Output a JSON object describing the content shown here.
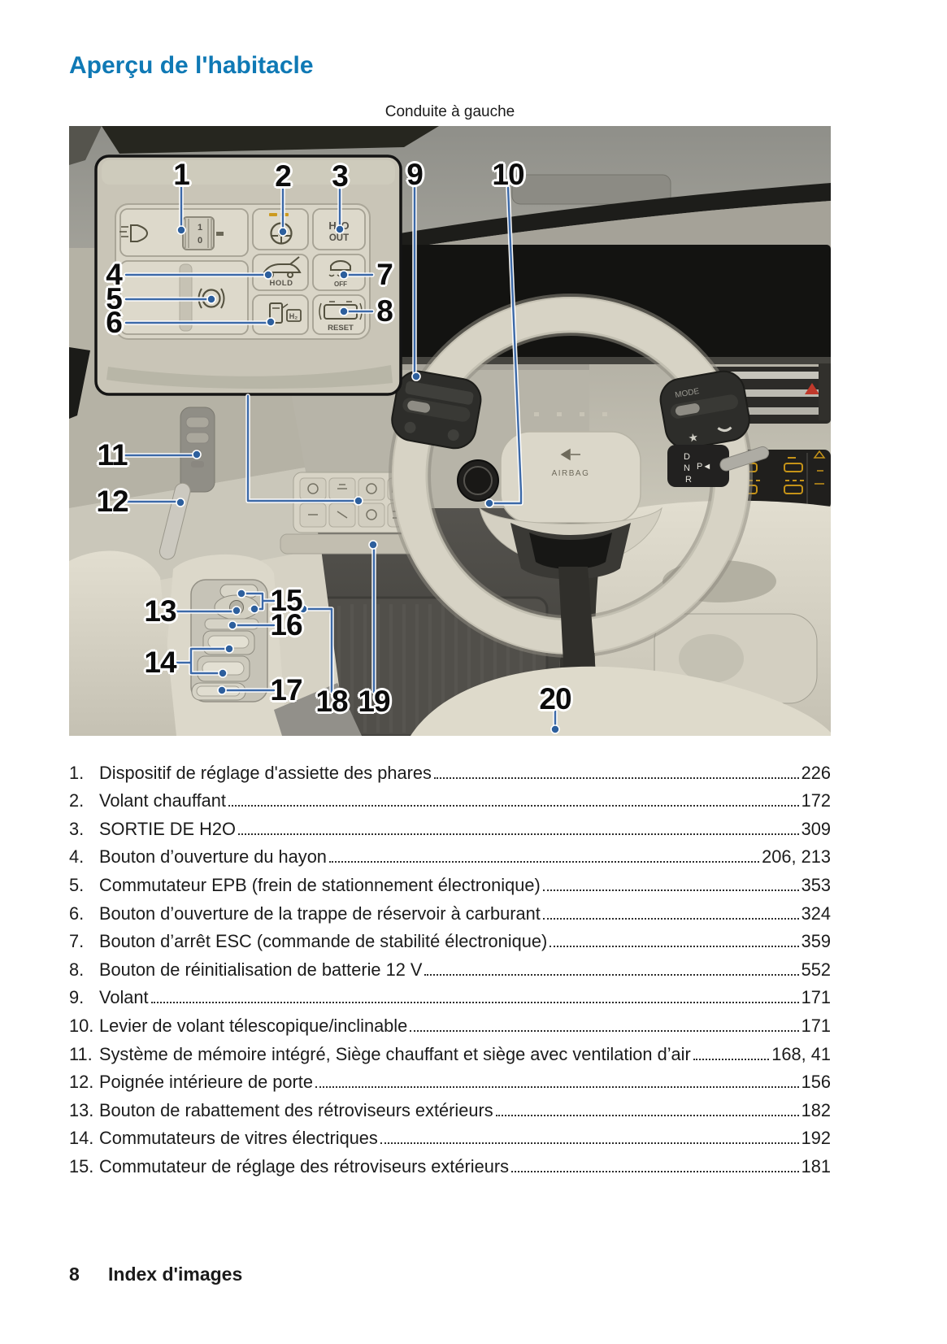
{
  "page": {
    "title": "Aperçu de l'habitacle",
    "caption": "Conduite à gauche",
    "footer": {
      "page_number": "8",
      "section": "Index d'images"
    }
  },
  "colors": {
    "title_blue": "#0f79b5",
    "callout_line_blue": "#3c69a8",
    "callout_dot_blue": "#2d5f9d",
    "amber_indicator": "#c59318",
    "hazard_red": "#c0392b"
  },
  "callouts": [
    "1",
    "2",
    "3",
    "4",
    "5",
    "6",
    "7",
    "8",
    "9",
    "10",
    "11",
    "12",
    "13",
    "14",
    "15",
    "16",
    "17",
    "18",
    "19",
    "20"
  ],
  "figure": {
    "labels": {
      "airbag": "AIRBAG",
      "mode": "MODE",
      "star": "★",
      "hold": "HOLD",
      "reset": "RESET",
      "h2o": "H₂O",
      "out": "OUT",
      "off": "OFF",
      "h2": "H₂",
      "p": "P",
      "dial1": "1",
      "dial0": "0",
      "gear_d": "D",
      "gear_n": "N",
      "gear_p": "P◄",
      "gear_r": "R"
    }
  },
  "index": {
    "items": [
      {
        "n": "1.",
        "label": "Dispositif de réglage d'assiette des phares",
        "pages": "226"
      },
      {
        "n": "2.",
        "label": "Volant chauffant",
        "pages": "172"
      },
      {
        "n": "3.",
        "label": "SORTIE DE H2O",
        "pages": "309"
      },
      {
        "n": "4.",
        "label": "Bouton d’ouverture du hayon",
        "pages": "206, 213"
      },
      {
        "n": "5.",
        "label": "Commutateur EPB (frein de stationnement électronique)",
        "pages": "353"
      },
      {
        "n": "6.",
        "label": "Bouton d’ouverture de la trappe de réservoir à carburant",
        "pages": "324"
      },
      {
        "n": "7.",
        "label": "Bouton d’arrêt ESC (commande de stabilité électronique)",
        "pages": "359"
      },
      {
        "n": "8.",
        "label": "Bouton de réinitialisation de batterie 12 V",
        "pages": "552"
      },
      {
        "n": "9.",
        "label": "Volant",
        "pages": "171"
      },
      {
        "n": "10.",
        "label": "Levier de volant télescopique/inclinable",
        "pages": "171"
      },
      {
        "n": "11.",
        "label": "Système de mémoire intégré, Siège chauffant et siège avec ventilation d’air",
        "pages": "168, 41"
      },
      {
        "n": "12.",
        "label": "Poignée intérieure de porte",
        "pages": "156"
      },
      {
        "n": "13.",
        "label": "Bouton de rabattement des rétroviseurs extérieurs",
        "pages": "182"
      },
      {
        "n": "14.",
        "label": "Commutateurs de vitres électriques",
        "pages": "192"
      },
      {
        "n": "15.",
        "label": "Commutateur de réglage des rétroviseurs extérieurs",
        "pages": "181"
      }
    ]
  }
}
